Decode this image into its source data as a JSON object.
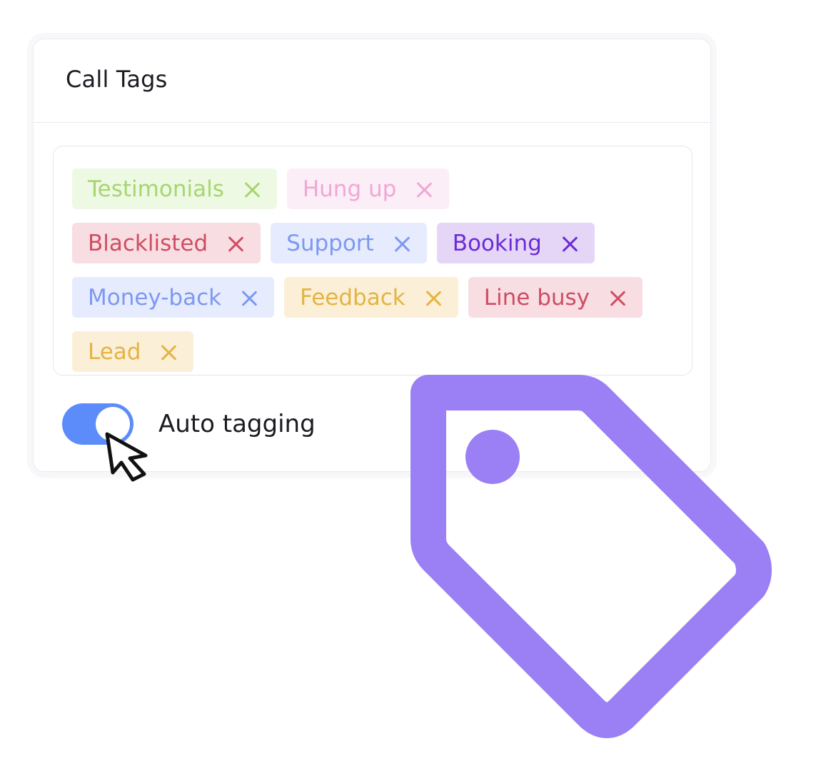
{
  "panel": {
    "title": "Call Tags"
  },
  "tags": [
    {
      "label": "Testimonials",
      "bg": "#eef9e4",
      "fg": "#a6d66f"
    },
    {
      "label": "Hung up",
      "bg": "#fbeef6",
      "fg": "#f0a7d7"
    },
    {
      "label": "Blacklisted",
      "bg": "#f8dee2",
      "fg": "#cf4d63"
    },
    {
      "label": "Support",
      "bg": "#e6ecfd",
      "fg": "#7d98f2"
    },
    {
      "label": "Booking",
      "bg": "#e5d6f7",
      "fg": "#6b2bd6"
    },
    {
      "label": "Money-back",
      "bg": "#e6ecfd",
      "fg": "#7d98f2"
    },
    {
      "label": "Feedback",
      "bg": "#fbefd8",
      "fg": "#e4b442"
    },
    {
      "label": "Line busy",
      "bg": "#f8dee2",
      "fg": "#cf4d63"
    },
    {
      "label": "Lead",
      "bg": "#fbefd8",
      "fg": "#e4b442"
    }
  ],
  "toggle": {
    "label": "Auto tagging",
    "state": "on",
    "color": "#5b8cf9"
  },
  "decor": {
    "tag_icon_color": "#9b7ff4",
    "cursor_icon": "arrow-cursor-icon",
    "big_icon": "price-tag-icon"
  }
}
